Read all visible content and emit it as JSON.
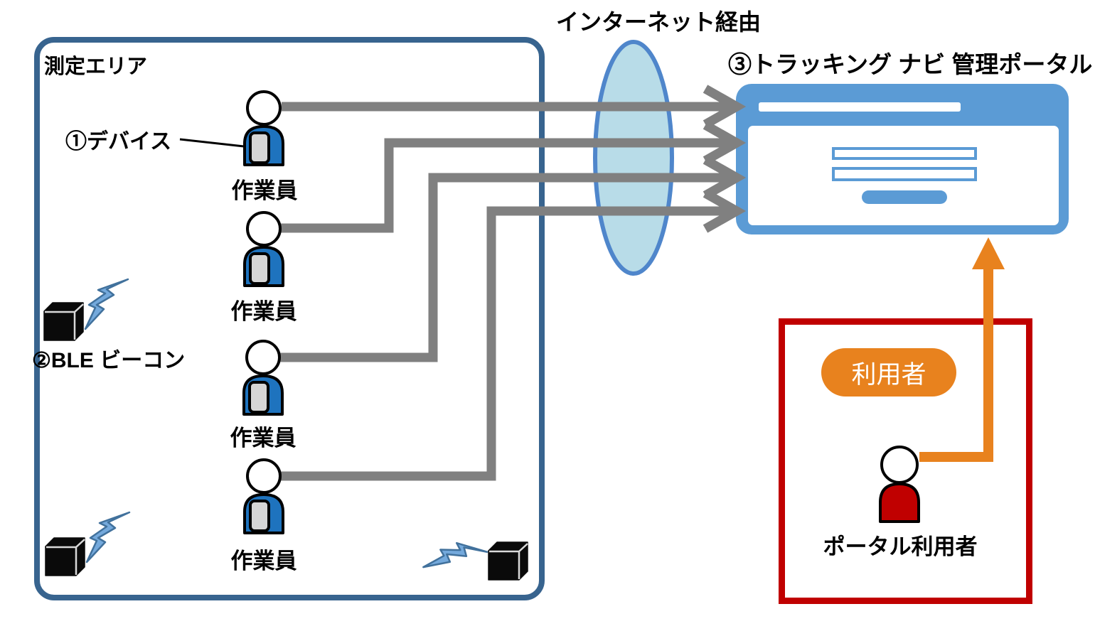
{
  "diagram": {
    "measurement_area_label": "測定エリア",
    "device_label": "①デバイス",
    "ble_beacon_label": "②BLE ビーコン",
    "internet_label": "インターネット経由",
    "portal_title": "③トラッキング ナビ 管理ポータル",
    "user_badge_label": "利用者",
    "portal_user_label": "ポータル利用者",
    "workers": [
      {
        "label": "作業員"
      },
      {
        "label": "作業員"
      },
      {
        "label": "作業員"
      },
      {
        "label": "作業員"
      }
    ],
    "icons": {
      "worker": "person-icon",
      "portal_user": "person-icon",
      "beacon": "cube-icon",
      "signal": "lightning-icon",
      "internet": "ellipse-cloud",
      "portal": "browser-window"
    },
    "colors": {
      "area_border": "#38648F",
      "worker_body": "#1E73BE",
      "device_fill": "#D6D6D6",
      "connector_gray": "#808080",
      "internet_fill": "#B8DCE8",
      "internet_stroke": "#4F86CB",
      "portal_blue": "#5B9BD5",
      "red_box": "#C00000",
      "portal_user_body": "#C00000",
      "orange": "#E8821E",
      "beacon_black": "#0A0A0A",
      "bolt_fill": "#74A9DC",
      "bolt_stroke": "#41719C"
    }
  }
}
